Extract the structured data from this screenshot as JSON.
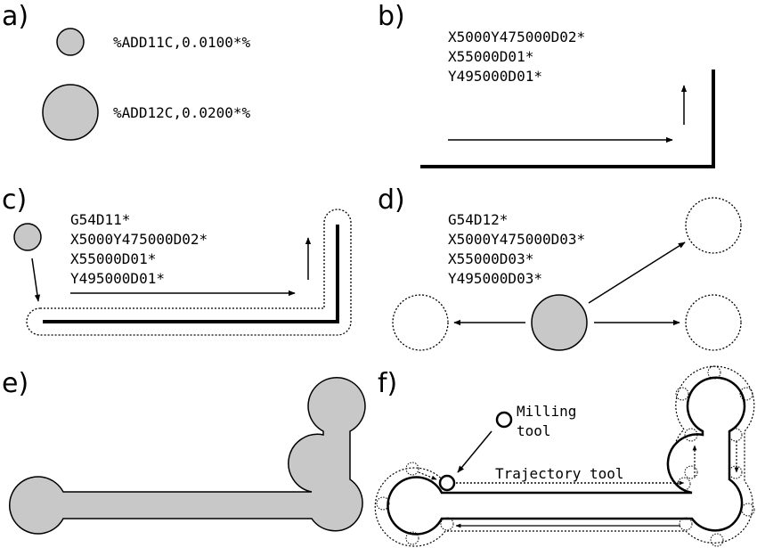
{
  "colors": {
    "pad_fill": "#c8c8c8",
    "stroke": "#000000",
    "background": "#ffffff"
  },
  "panels": {
    "a": {
      "label": "a)",
      "lines": [
        "%ADD11C,0.0100*%",
        "%ADD12C,0.0200*%"
      ]
    },
    "b": {
      "label": "b)",
      "lines": [
        "X5000Y475000D02*",
        "X55000D01*",
        "Y495000D01*"
      ]
    },
    "c": {
      "label": "c)",
      "lines": [
        "G54D11*",
        "X5000Y475000D02*",
        "X55000D01*",
        "Y495000D01*"
      ]
    },
    "d": {
      "label": "d)",
      "lines": [
        "G54D12*",
        "X5000Y475000D03*",
        "X55000D03*",
        "Y495000D03*"
      ]
    },
    "e": {
      "label": "e)"
    },
    "f": {
      "label": "f)",
      "milling_tool_lines": [
        "Milling",
        "tool"
      ],
      "trajectory_label": "Trajectory tool"
    }
  }
}
